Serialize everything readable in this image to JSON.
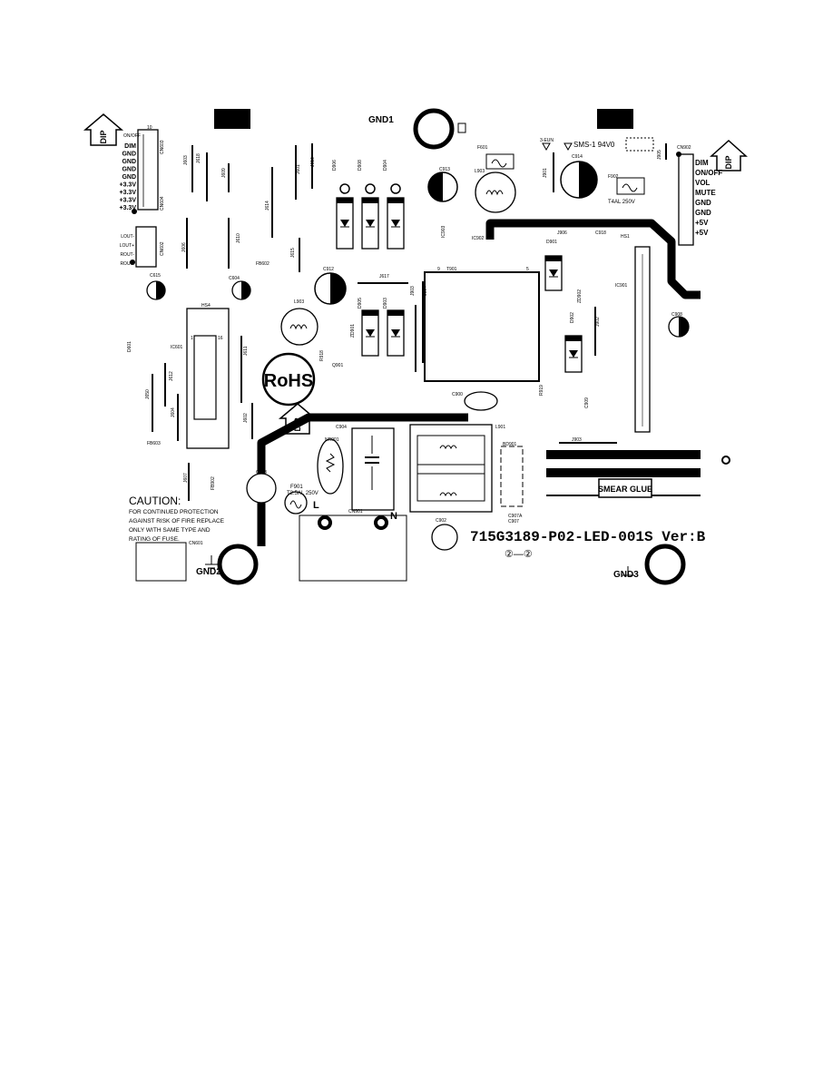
{
  "board": {
    "part_number": "715G3189-P02-LED-001S Ver:B",
    "rohs_label": "RoHS",
    "smear_glue": "SMEAR GLUE",
    "sms_marking": "SMS-1 94V0",
    "eun_marking": "3-EUN",
    "revision_marks": "②—②",
    "dip_label": "DIP"
  },
  "caution": {
    "title": "CAUTION:",
    "lines": [
      "FOR CONTINUED PROTECTION",
      "AGAINST RISK OF FIRE REPLACE",
      "ONLY WITH  SAME TYPE AND",
      "RATING OF FUSE."
    ]
  },
  "grounds": {
    "gnd1": "GND1",
    "gnd2": "GND2",
    "gnd3": "GND3"
  },
  "mains": {
    "line": "L",
    "neutral": "N"
  },
  "fuses": {
    "f901_name": "F901",
    "f901_rating": "T2.5AL 250V",
    "f902_name": "F902",
    "f902_rating": "T4AL 250V",
    "f601_name": "F601"
  },
  "connectors": {
    "cn603_name": "CN603",
    "cn603_pins": [
      "DIM",
      "GND",
      "GND",
      "GND",
      "GND",
      "+3.3V",
      "+3.3V",
      "+3.3V",
      "+3.3V"
    ],
    "cn603_top": "ON/OFF",
    "cn602_name": "CN602",
    "cn602_pins": [
      "LOUT-",
      "LOUT+",
      "ROUT-",
      "ROUT-"
    ],
    "cn902_name": "CN902",
    "cn902_pins": [
      "DIM",
      "ON/OFF",
      "VOL",
      "MUTE",
      "GND",
      "GND",
      "+5V",
      "+5V"
    ]
  },
  "labels": [
    "CN604",
    "J603",
    "J605",
    "J606",
    "J609",
    "J610",
    "J614",
    "J615",
    "J601",
    "J616",
    "FB602",
    "C604",
    "C615",
    "HS4",
    "IC601",
    "D601",
    "J611",
    "J612",
    "J604",
    "J650",
    "J602",
    "FB603",
    "J607",
    "FB902",
    "C903",
    "NR901",
    "C904",
    "CN901",
    "C902",
    "L901",
    "BD901",
    "C907A",
    "C907",
    "CN601",
    "D905",
    "D908",
    "D904",
    "C913",
    "L903",
    "C912",
    "J617",
    "D905",
    "D903",
    "ZD901",
    "R918",
    "Q901",
    "IC903",
    "IC902",
    "T901",
    "J903",
    "J904",
    "L902",
    "C914",
    "J901",
    "J906",
    "D901",
    "C918",
    "ZD902",
    "D902",
    "J902",
    "R919",
    "C909",
    "C900",
    "J903",
    "HS1",
    "IC901",
    "C908",
    "J905",
    "J907",
    "J903"
  ]
}
